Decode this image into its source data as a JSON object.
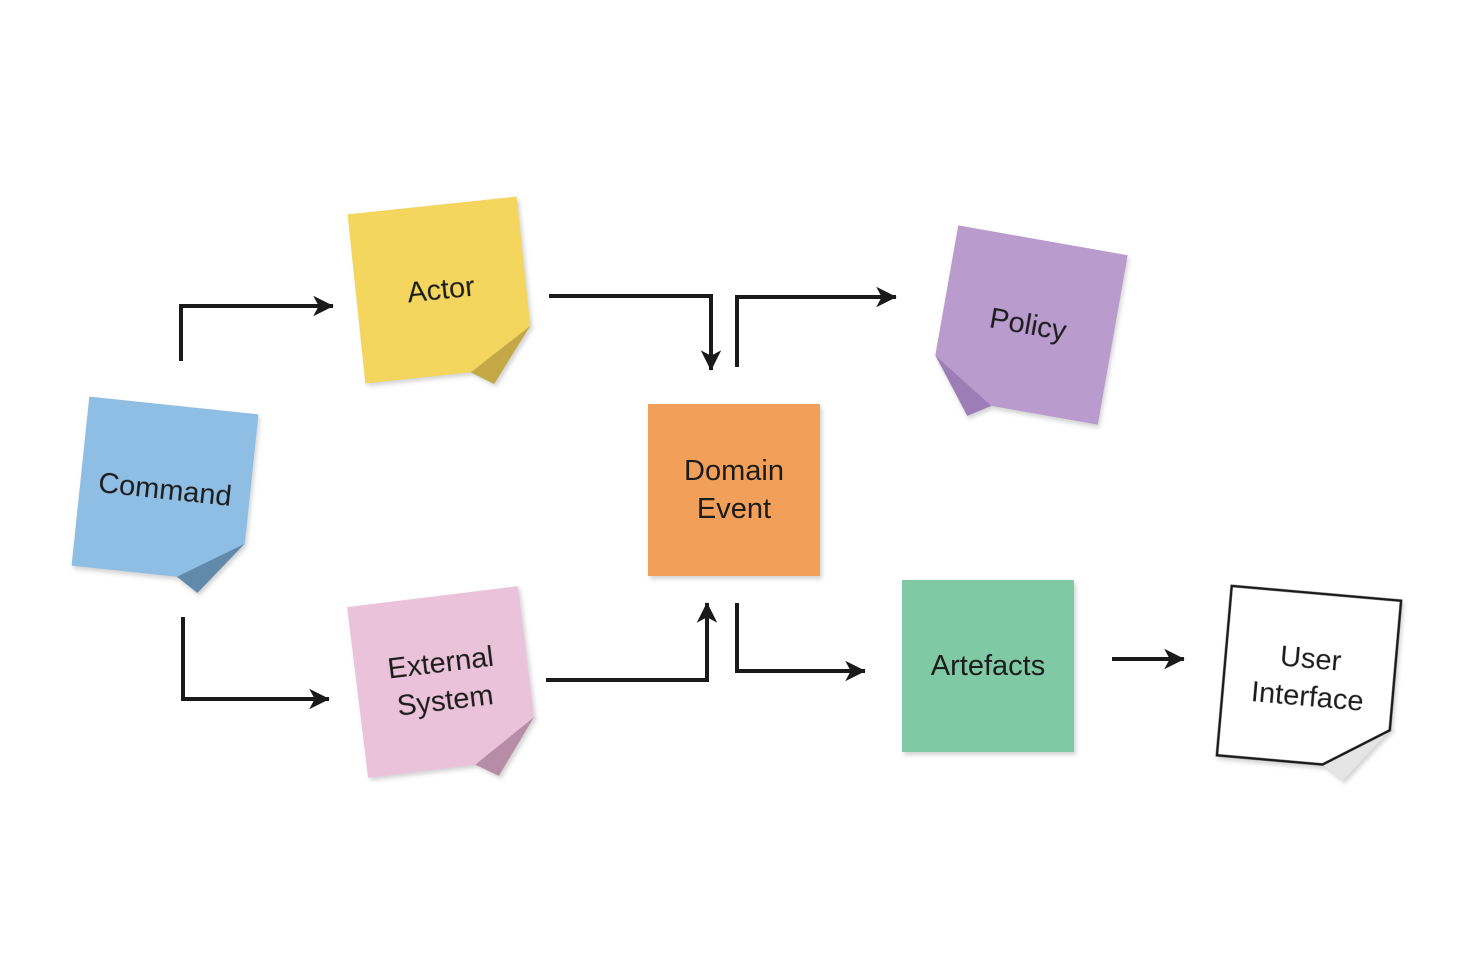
{
  "diagram": {
    "kind": "event-storming-sticky-note-diagram",
    "background_color": "#ffffff",
    "arrow_color": "#1a1a1a",
    "text_color": "#1c1c1c",
    "notes": [
      {
        "id": "command",
        "label": "Command",
        "color": "#8fbee5",
        "fold_color": "#6189a9",
        "fold_corner": "bottom-right"
      },
      {
        "id": "actor",
        "label": "Actor",
        "color": "#f4d65f",
        "fold_color": "#c3a845",
        "fold_corner": "bottom-right"
      },
      {
        "id": "external-system",
        "label": "External\nSystem",
        "color": "#eac3db",
        "fold_color": "#b68ca6",
        "fold_corner": "bottom-right"
      },
      {
        "id": "domain-event",
        "label": "Domain\nEvent",
        "color": "#f2a059",
        "fold_color": null,
        "fold_corner": "none"
      },
      {
        "id": "policy",
        "label": "Policy",
        "color": "#b99bce",
        "fold_color": "#9c7db5",
        "fold_corner": "bottom-left"
      },
      {
        "id": "artefacts",
        "label": "Artefacts",
        "color": "#80c9a5",
        "fold_color": null,
        "fold_corner": "none"
      },
      {
        "id": "user-interface",
        "label": "User\nInterface",
        "color": "#ffffff",
        "fold_color": "#e5e5e5",
        "fold_corner": "bottom-right",
        "border_color": "#1a1a1a"
      }
    ],
    "arrows": [
      {
        "from": "command",
        "to": "actor"
      },
      {
        "from": "actor",
        "to": "domain-event"
      },
      {
        "from": "domain-event",
        "to": "policy"
      },
      {
        "from": "command",
        "to": "external-system"
      },
      {
        "from": "external-system",
        "to": "domain-event"
      },
      {
        "from": "domain-event",
        "to": "artefacts"
      },
      {
        "from": "artefacts",
        "to": "user-interface"
      }
    ]
  }
}
